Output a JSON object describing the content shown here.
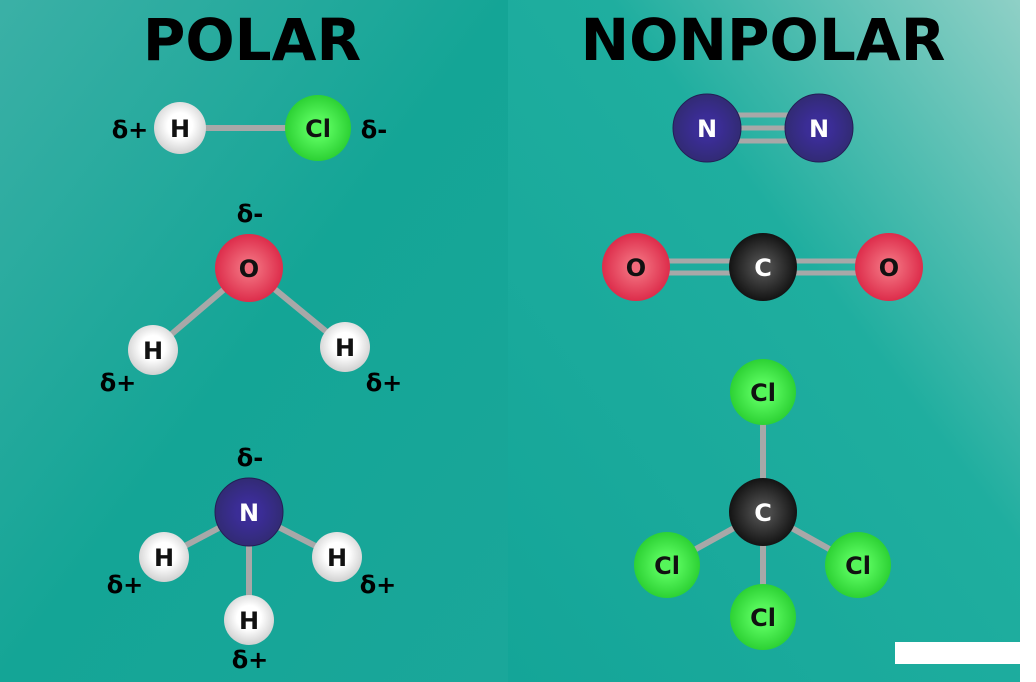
{
  "titles": {
    "polar": "POLAR",
    "nonpolar": "NONPOLAR"
  },
  "colors": {
    "background": "#17a79a",
    "hydrogen": "#f2f2f2",
    "chlorine": "#35e23a",
    "oxygen": "#e8264a",
    "nitrogen": "#352a80",
    "carbon": "#111111"
  },
  "polar": {
    "hcl": {
      "h": "H",
      "cl": "Cl",
      "h_charge": "δ+",
      "cl_charge": "δ-"
    },
    "water": {
      "o": "O",
      "h1": "H",
      "h2": "H",
      "o_charge": "δ-",
      "h1_charge": "δ+",
      "h2_charge": "δ+"
    },
    "ammonia": {
      "n": "N",
      "h1": "H",
      "h2": "H",
      "h3": "H",
      "n_charge": "δ-",
      "h1_charge": "δ+",
      "h2_charge": "δ+",
      "h3_charge": "δ+"
    }
  },
  "nonpolar": {
    "nitrogen": {
      "n1": "N",
      "n2": "N"
    },
    "co2": {
      "o1": "O",
      "c": "C",
      "o2": "O"
    },
    "ccl4": {
      "c": "C",
      "cl_top": "Cl",
      "cl_left": "Cl",
      "cl_right": "Cl",
      "cl_bottom": "Cl"
    }
  }
}
